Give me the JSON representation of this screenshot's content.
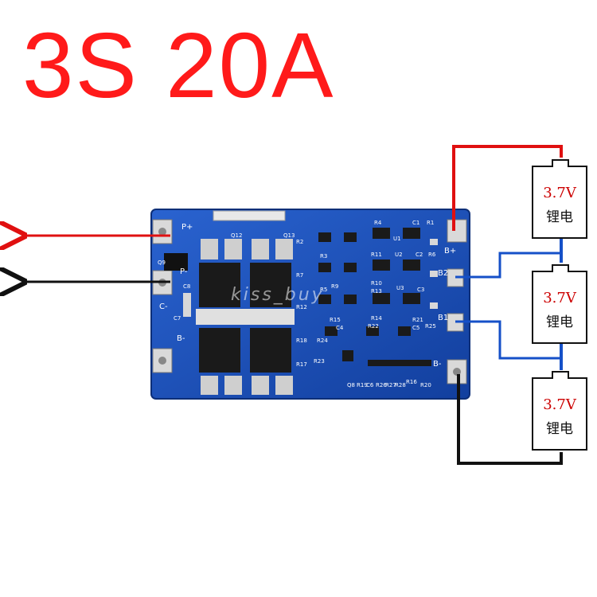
{
  "title": "3S 20A",
  "watermark": "kiss_buy",
  "board": {
    "pads_left": [
      "P+",
      "P-",
      "C-",
      "B-"
    ],
    "pads_right": [
      "B+",
      "B2",
      "B1",
      "B-"
    ],
    "component_labels": [
      "Q12",
      "Q13",
      "C8",
      "C7",
      "R1",
      "R2",
      "R3",
      "R4",
      "R5",
      "R6",
      "R7",
      "R9",
      "R10",
      "R11",
      "R12",
      "R13",
      "R14",
      "R15",
      "R16",
      "R17",
      "R18",
      "R19",
      "R20",
      "R21",
      "R22",
      "R23",
      "R24",
      "R25",
      "R26",
      "R27",
      "R28",
      "C1",
      "C2",
      "C3",
      "C4",
      "C5",
      "C6",
      "U1",
      "U2",
      "U3",
      "Q8",
      "Q9"
    ]
  },
  "cells": [
    {
      "voltage": "3.7V",
      "label": "锂电"
    },
    {
      "voltage": "3.7V",
      "label": "锂电"
    },
    {
      "voltage": "3.7V",
      "label": "锂电"
    }
  ],
  "colors": {
    "title": "#ff1a1a",
    "pcb": "#1a4fb8",
    "wire_positive": "#e01010",
    "wire_negative": "#111111",
    "wire_balance": "#1550c8",
    "arrow_out": "#e01010",
    "arrow_in": "#111111"
  }
}
